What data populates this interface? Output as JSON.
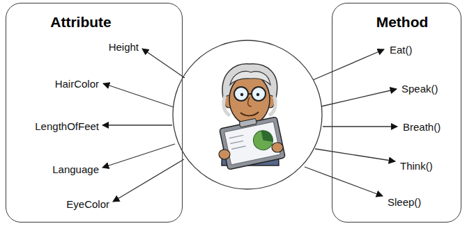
{
  "diagram": {
    "nodes": [
      {
        "text": [
          "Attribute",
          "Height",
          "HairColor",
          "LengthOfFeet",
          "Language",
          "EyeColor"
        ]
      },
      {
        "text": [
          "Method",
          "Eat()",
          "Speak()",
          "Breath()",
          "Think()",
          "Sleep()"
        ]
      }
    ]
  }
}
